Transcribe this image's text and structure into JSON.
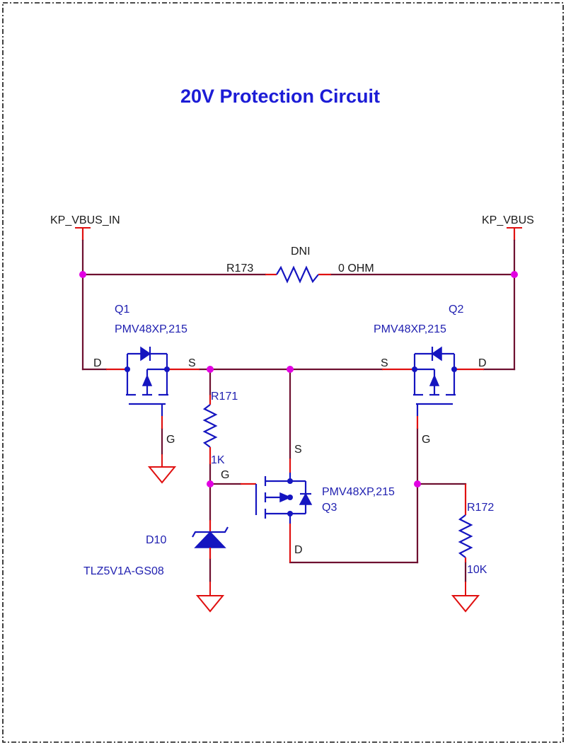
{
  "title": "20V Protection Circuit",
  "ports": {
    "left": "KP_VBUS_IN",
    "right": "KP_VBUS"
  },
  "components": {
    "r173": {
      "ref": "R173",
      "value": "0 OHM",
      "note": "DNI"
    },
    "q1": {
      "ref": "Q1",
      "part": "PMV48XP,215",
      "pin_d": "D",
      "pin_s": "S",
      "pin_g": "G"
    },
    "q2": {
      "ref": "Q2",
      "part": "PMV48XP,215",
      "pin_d": "D",
      "pin_s": "S",
      "pin_g": "G"
    },
    "q3": {
      "ref": "Q3",
      "part": "PMV48XP,215",
      "pin_d": "D",
      "pin_s": "S",
      "pin_g": "G"
    },
    "r171": {
      "ref": "R171",
      "value": "1K"
    },
    "r172": {
      "ref": "R172",
      "value": "10K"
    },
    "d10": {
      "ref": "D10",
      "part": "TLZ5V1A-GS08"
    }
  },
  "colors": {
    "title": "#1c1cd6",
    "wire": "#6e1030",
    "pin": "#e01010",
    "part": "#1515c0",
    "junction": "#e200e2"
  }
}
